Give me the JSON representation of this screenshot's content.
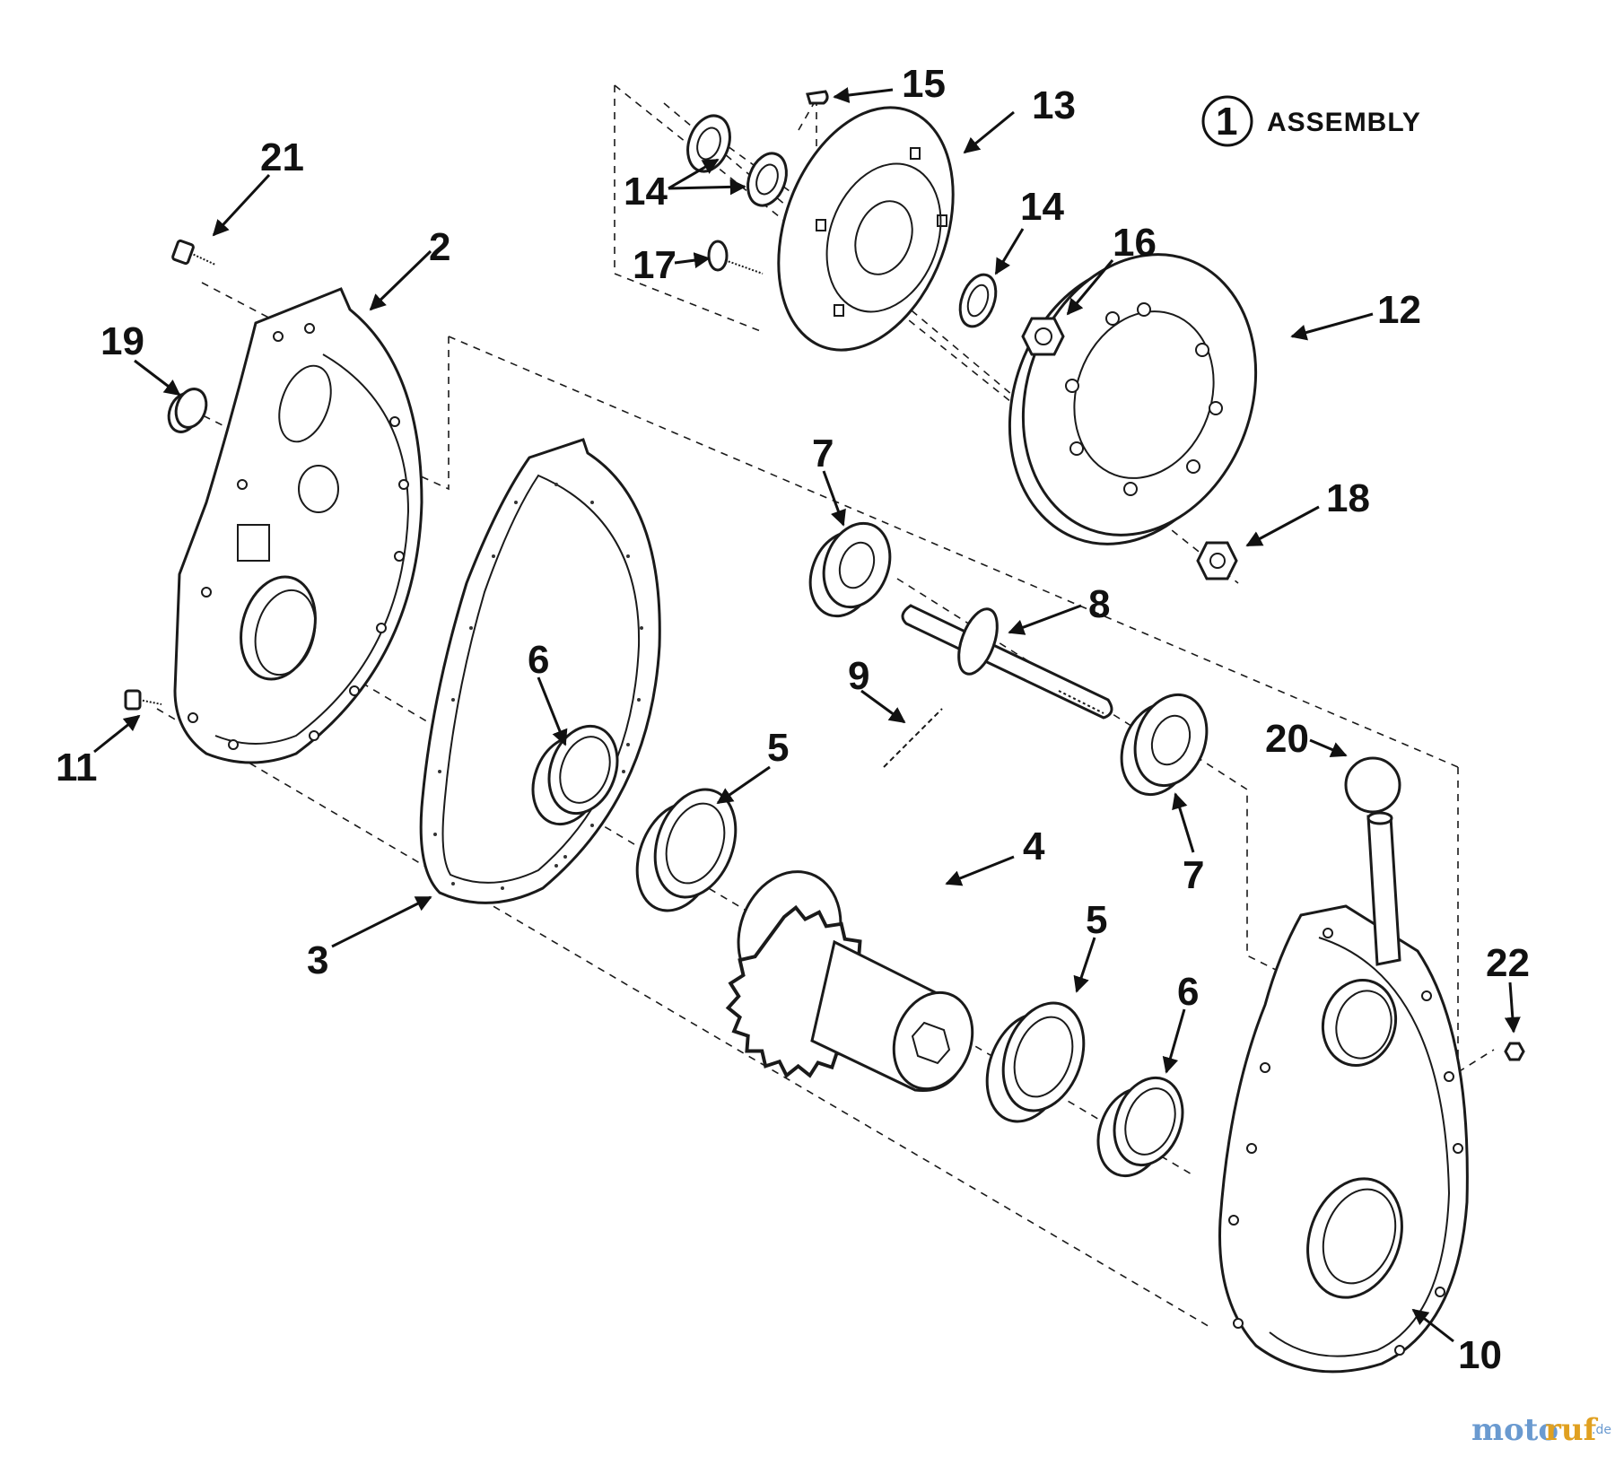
{
  "assembly": {
    "circled_number": "1",
    "label": "ASSEMBLY"
  },
  "callouts": {
    "c21": "21",
    "c2": "2",
    "c19": "19",
    "c11": "11",
    "c3": "3",
    "c6a": "6",
    "c5a": "5",
    "c4": "4",
    "c9": "9",
    "c8": "8",
    "c7a": "7",
    "c7b": "7",
    "c5b": "5",
    "c6b": "6",
    "c20": "20",
    "c22": "22",
    "c10": "10",
    "c18": "18",
    "c12": "12",
    "c16": "16",
    "c14a": "14",
    "c14b": "14",
    "c17": "17",
    "c13": "13",
    "c15": "15"
  },
  "watermark": {
    "part1": "moto",
    "part2": "ruf",
    "tld": ".de"
  }
}
